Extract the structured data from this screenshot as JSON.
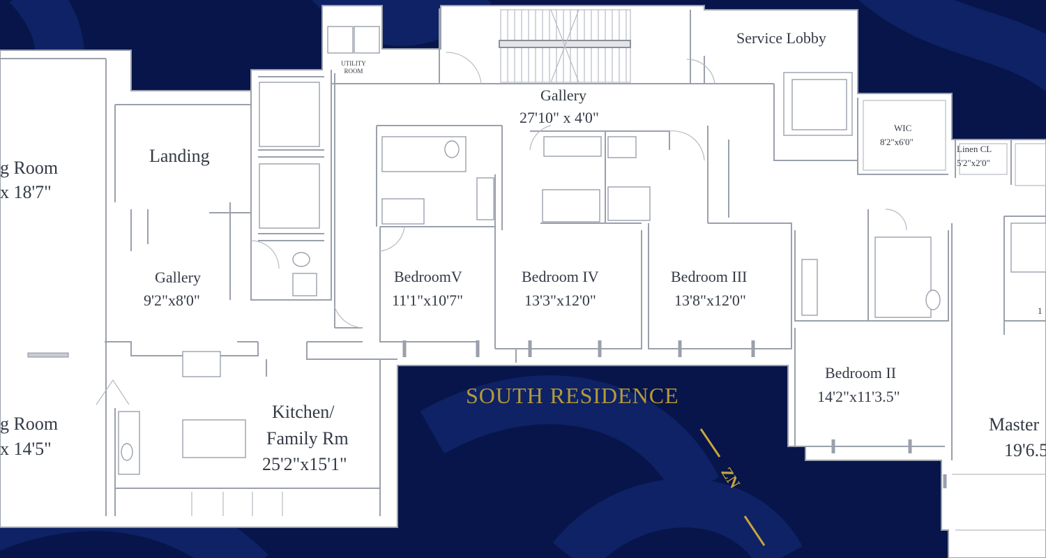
{
  "plan": {
    "colors": {
      "background": "#07154a",
      "swirl": "#0f2468",
      "floor": "#ffffff",
      "walls": "#9aa0ab",
      "text": "#333a44",
      "accent": "#b59a3a"
    },
    "title": "SOUTH RESIDENCE",
    "north_marker": "ZN",
    "rooms": {
      "service_lobby": "Service Lobby",
      "utility": "UTILITY ROOM",
      "gallery_top": {
        "name": "Gallery",
        "dims": "27'10\" x 4'0\""
      },
      "wic": {
        "name": "WIC",
        "dims": "8'2\"x6'0\""
      },
      "linen": {
        "name": "Linen CL",
        "dims": "5'2\"x2'0\""
      },
      "landing": "Landing",
      "living": {
        "name": "g Room",
        "dims": "x 18'7\""
      },
      "gallery_left": {
        "name": "Gallery",
        "dims": "9'2\"x8'0\""
      },
      "dining": {
        "name": "g Room",
        "dims": "x 14'5\""
      },
      "kitchen": {
        "line1": "Kitchen/",
        "line2": "Family Rm",
        "dims": "25'2\"x15'1\""
      },
      "bedroom_v": {
        "name": "BedroomV",
        "dims": "11'1\"x10'7\""
      },
      "bedroom_iv": {
        "name": "Bedroom IV",
        "dims": "13'3\"x12'0\""
      },
      "bedroom_iii": {
        "name": "Bedroom III",
        "dims": "13'8\"x12'0\""
      },
      "bedroom_ii": {
        "name": "Bedroom II",
        "dims": "14'2\"x11'3.5\""
      },
      "master": {
        "name": "Master",
        "dims": "19'6.5"
      },
      "partial_right": "1"
    }
  }
}
